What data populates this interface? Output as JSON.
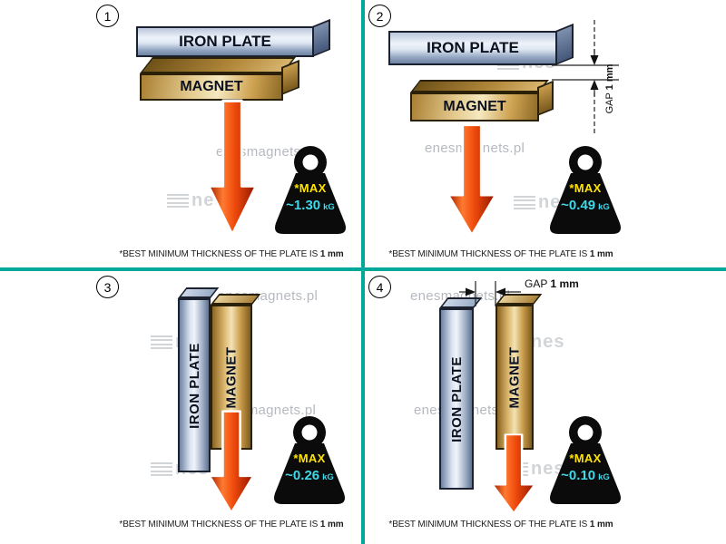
{
  "brand": {
    "site": "enesmagnets.pl",
    "logo_text": "nes"
  },
  "colors": {
    "divider": "#00a79b",
    "arrow": "#ef4a0c",
    "max_text": "#ffe400",
    "value_text": "#3fd9ea",
    "iron_plate": "#aebfd8",
    "magnet": "#d9b369"
  },
  "panels": [
    {
      "number": "1",
      "iron_plate_label": "IRON PLATE",
      "magnet_label": "MAGNET",
      "max_label": "*MAX",
      "value": "~1.30",
      "unit": "kG",
      "caption": {
        "prefix": "*BEST MINIMUM THICKNESS OF THE PLATE IS",
        "bold": "1 mm"
      }
    },
    {
      "number": "2",
      "iron_plate_label": "IRON PLATE",
      "magnet_label": "MAGNET",
      "gap": {
        "word": "GAP",
        "value": "1 mm"
      },
      "max_label": "*MAX",
      "value": "~0.49",
      "unit": "kG",
      "caption": {
        "prefix": "*BEST MINIMUM THICKNESS OF THE PLATE IS",
        "bold": "1 mm"
      }
    },
    {
      "number": "3",
      "iron_plate_label": "IRON PLATE",
      "magnet_label": "MAGNET",
      "max_label": "*MAX",
      "value": "~0.26",
      "unit": "kG",
      "caption": {
        "prefix": "*BEST MINIMUM THICKNESS OF THE PLATE IS",
        "bold": "1 mm"
      }
    },
    {
      "number": "4",
      "iron_plate_label": "IRON PLATE",
      "magnet_label": "MAGNET",
      "gap": {
        "word": "GAP",
        "value": "1 mm"
      },
      "max_label": "*MAX",
      "value": "~0.10",
      "unit": "kG",
      "caption": {
        "prefix": "*BEST MINIMUM THICKNESS OF THE PLATE IS",
        "bold": "1 mm"
      }
    }
  ]
}
